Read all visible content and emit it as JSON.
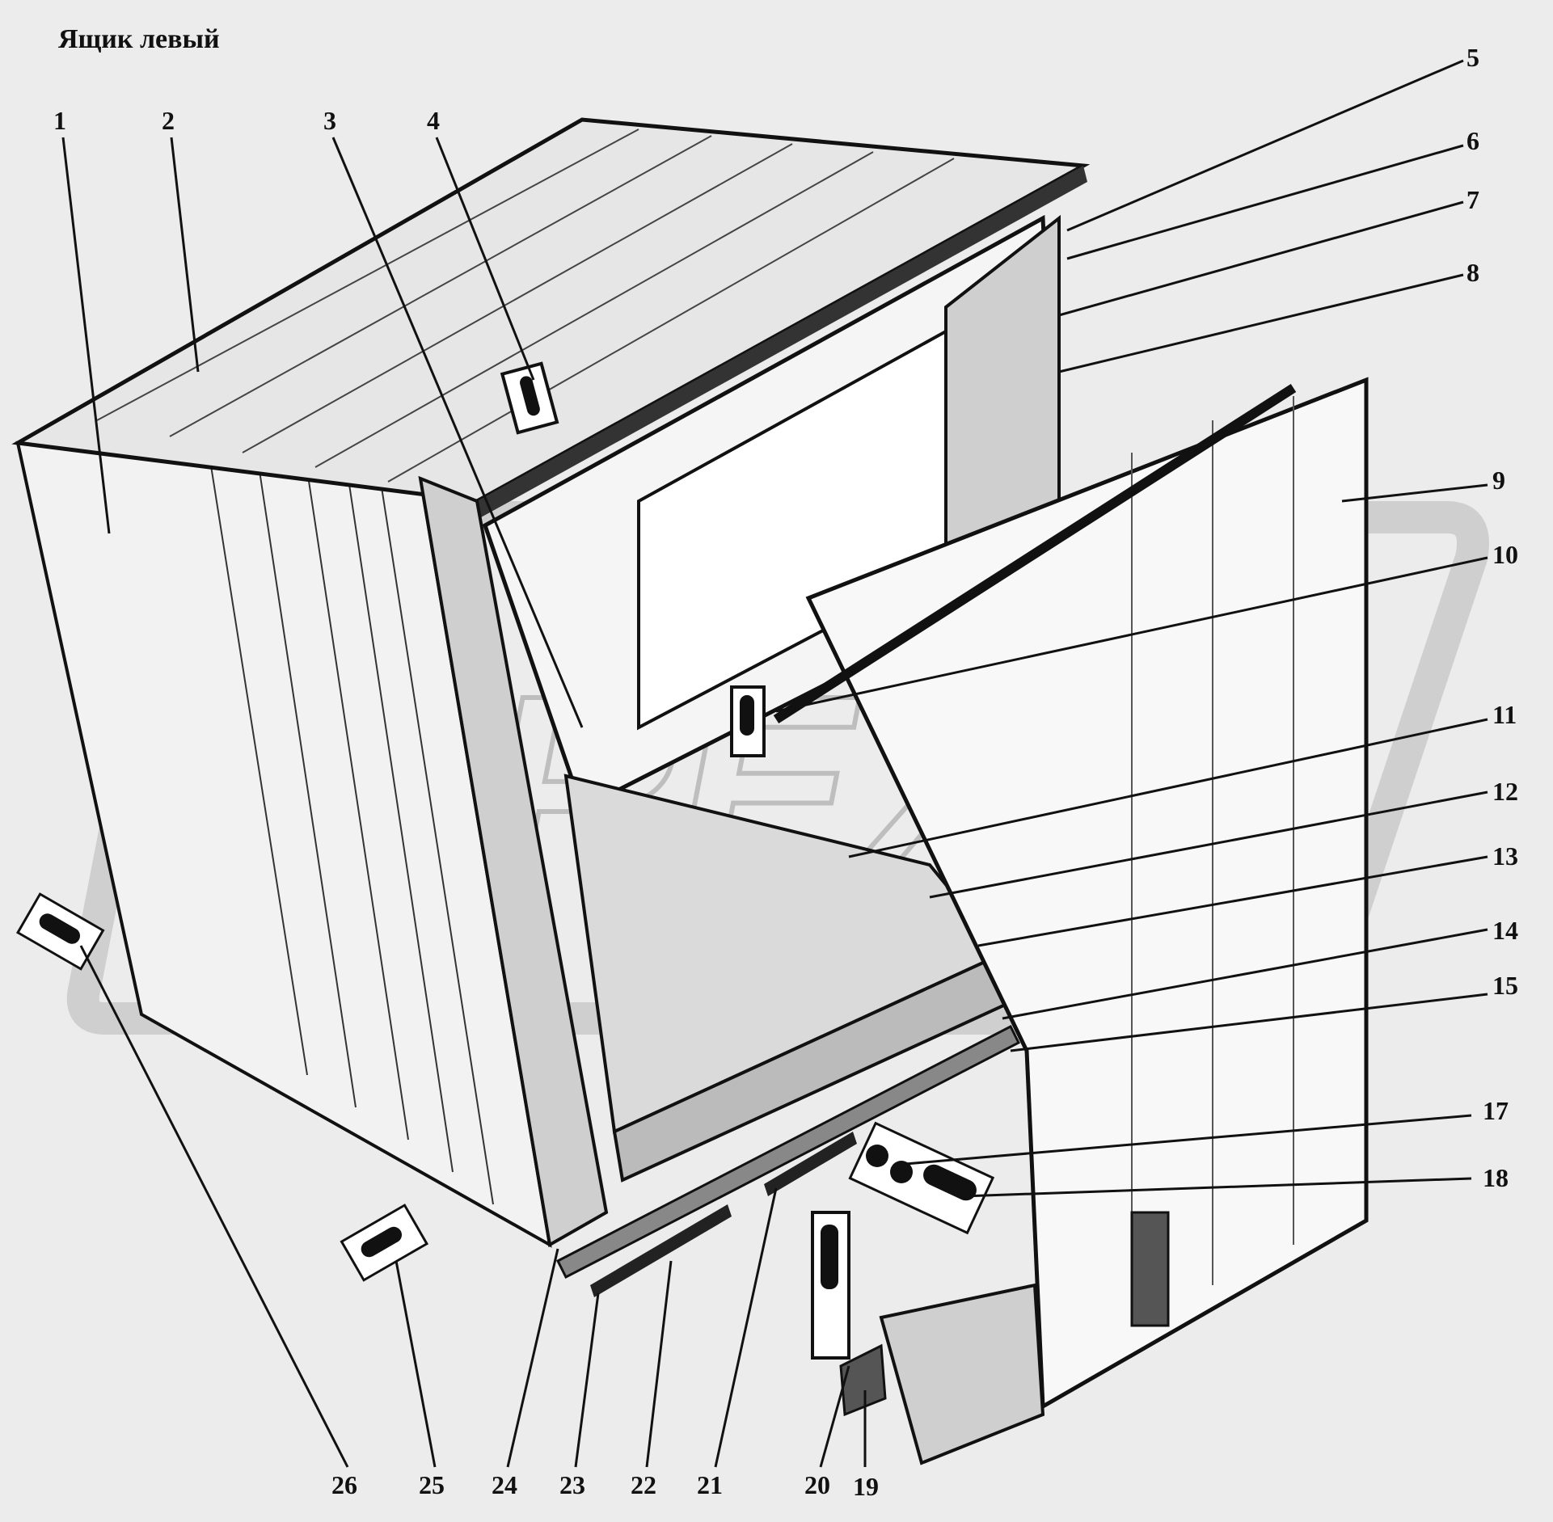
{
  "title": "Ящик левый",
  "watermark": "OREX",
  "callouts": [
    "1",
    "2",
    "3",
    "4",
    "5",
    "6",
    "7",
    "8",
    "9",
    "10",
    "11",
    "12",
    "13",
    "14",
    "15",
    "17",
    "18",
    "19",
    "20",
    "21",
    "22",
    "23",
    "24",
    "25",
    "26"
  ],
  "colors": {
    "background": "#ececec",
    "ink": "#111111",
    "watermark": "#bdbdbd"
  }
}
